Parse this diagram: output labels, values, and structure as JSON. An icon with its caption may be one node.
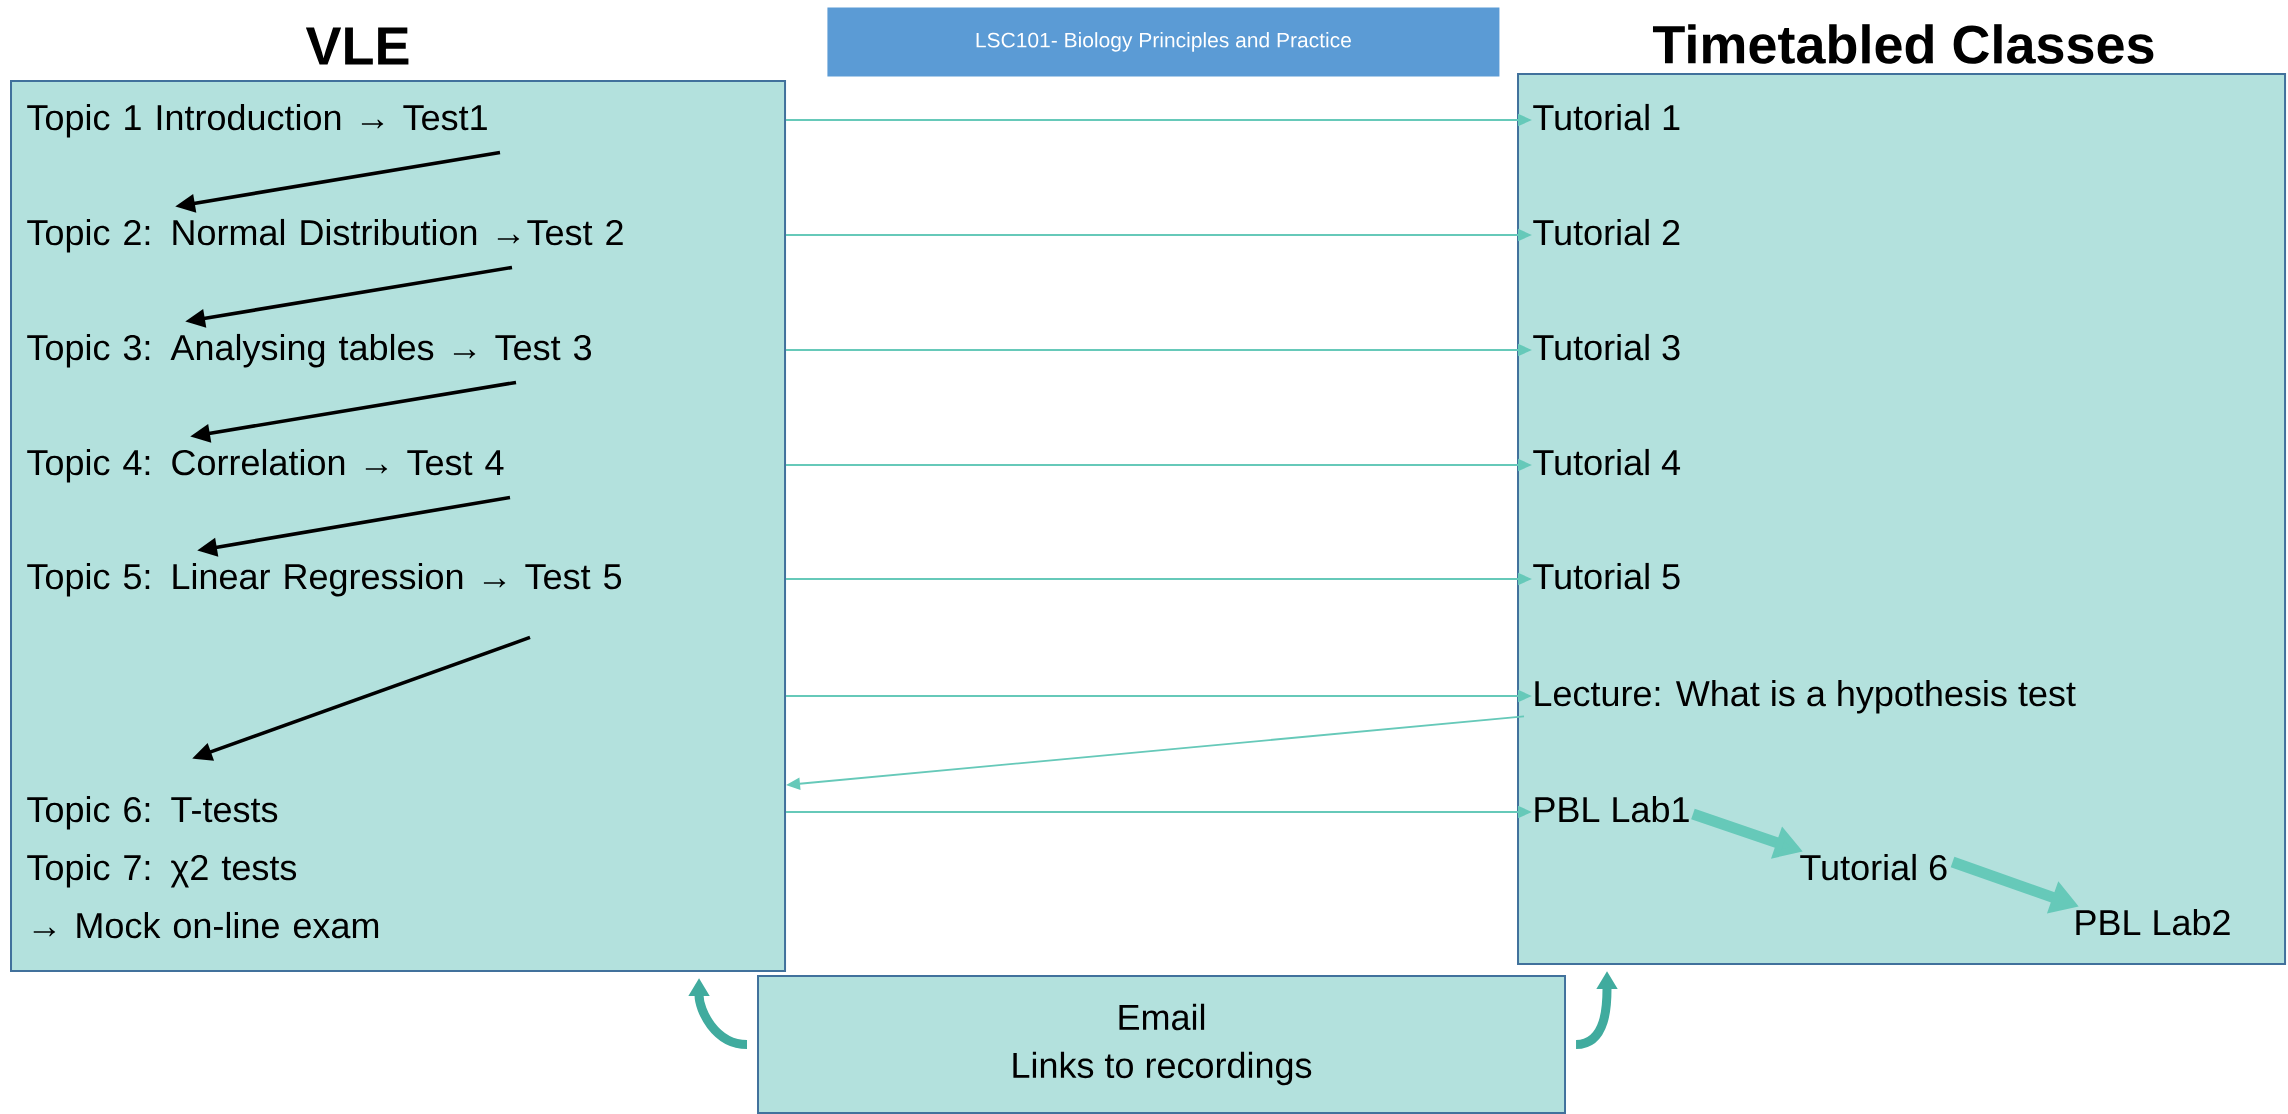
{
  "diagram": {
    "nodes": [
      {
        "text": [
          "VLE"
        ]
      },
      {
        "text": [
          "Topic 1 Introduction → Test1"
        ],
        "in": 0
      },
      {
        "text": [
          "Topic 2: Normal Distribution →Test 2"
        ],
        "in": 0
      },
      {
        "text": [
          "Topic 3: Analysing tables → Test 3"
        ],
        "in": 0
      },
      {
        "text": [
          "Topic 4: Correlation → Test 4"
        ],
        "in": 0
      },
      {
        "text": [
          "Topic 5: Linear Regression → Test 5"
        ],
        "in": 0
      },
      {
        "text": [
          "Topic 6: T-tests"
        ],
        "in": 0
      },
      {
        "text": [
          "Topic 7: χ2 tests"
        ],
        "in": 0
      },
      {
        "text": [
          "→ Mock on-line exam"
        ],
        "in": 0
      },
      {
        "text": [
          "LSC101- Biology Principles and Practice"
        ]
      },
      {
        "text": [
          "Timetabled Classes"
        ]
      },
      {
        "text": [
          "Tutorial 1"
        ],
        "in": 10
      },
      {
        "text": [
          "Tutorial 2"
        ],
        "in": 10
      },
      {
        "text": [
          "Tutorial 3"
        ],
        "in": 10
      },
      {
        "text": [
          "Tutorial 4"
        ],
        "in": 10
      },
      {
        "text": [
          "Tutorial 5"
        ],
        "in": 10
      },
      {
        "text": [
          "Lecture: What is a hypothesis test"
        ],
        "in": 10
      },
      {
        "text": [
          "PBL Lab1"
        ],
        "in": 10
      },
      {
        "text": [
          "Tutorial 6"
        ],
        "in": 10
      },
      {
        "text": [
          "PBL Lab2"
        ],
        "in": 10
      },
      {
        "text": [
          "Email",
          "Links to recordings"
        ]
      }
    ],
    "edges": [
      {
        "from": 1,
        "to": 2,
        "arrow": "to",
        "color": "#000000"
      },
      {
        "from": 2,
        "to": 3,
        "arrow": "to",
        "color": "#000000"
      },
      {
        "from": 3,
        "to": 4,
        "arrow": "to",
        "color": "#000000"
      },
      {
        "from": 4,
        "to": 5,
        "arrow": "to",
        "color": "#000000"
      },
      {
        "from": 5,
        "to": 6,
        "arrow": "to",
        "color": "#000000"
      },
      {
        "from": 0,
        "to": 11,
        "arrow": "to"
      },
      {
        "from": 0,
        "to": 12,
        "arrow": "to"
      },
      {
        "from": 0,
        "to": 13,
        "arrow": "to"
      },
      {
        "from": 0,
        "to": 14,
        "arrow": "to"
      },
      {
        "from": 0,
        "to": 15,
        "arrow": "to"
      },
      {
        "from": 0,
        "to": 16,
        "arrow": "to"
      },
      {
        "from": 16,
        "to": 0,
        "arrow": "to"
      },
      {
        "from": 0,
        "to": 17,
        "arrow": "to"
      },
      {
        "from": 17,
        "to": 18,
        "arrow": "to",
        "style": "thick"
      },
      {
        "from": 18,
        "to": 19,
        "arrow": "to",
        "style": "thick"
      },
      {
        "from": 20,
        "to": 0,
        "arrow": "to",
        "style": "thick",
        "color": "#40ab9e"
      },
      {
        "from": 20,
        "to": 10,
        "arrow": "to",
        "style": "thick",
        "color": "#40ab9e"
      }
    ]
  }
}
